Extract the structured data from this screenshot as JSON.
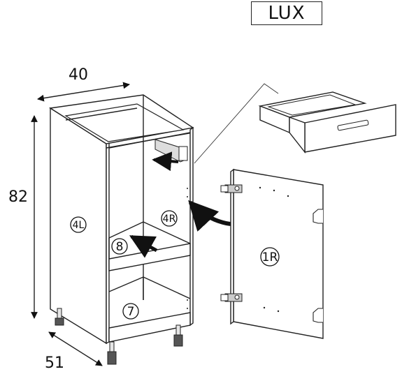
{
  "brand": "LUX",
  "dimensions": {
    "width": "40",
    "height": "82",
    "depth": "51"
  },
  "part_labels": {
    "left_side": "4L",
    "right_side": "4R",
    "shelf": "8",
    "bottom": "7",
    "door": "1R"
  }
}
